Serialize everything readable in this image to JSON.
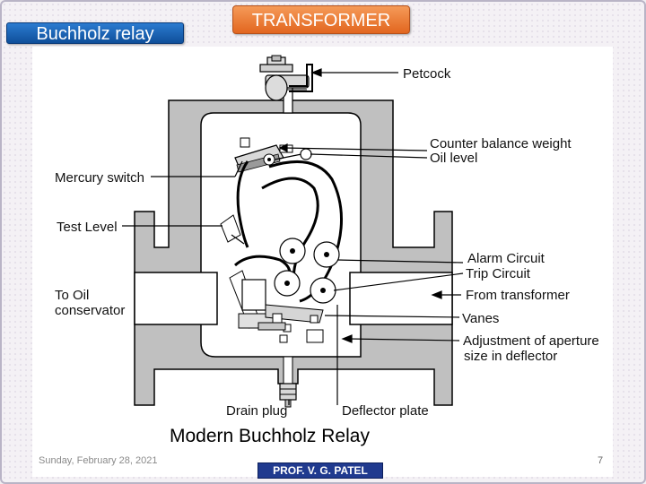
{
  "header": {
    "section_label": "Buchholz relay",
    "topic_label": "TRANSFORMER"
  },
  "diagram": {
    "caption": "Modern Buchholz Relay",
    "labels": {
      "petcock": "Petcock",
      "counter_balance_weight": "Counter balance weight",
      "oil_level": "Oil level",
      "mercury_switch": "Mercury switch",
      "test_level": "Test Level",
      "alarm_circuit": "Alarm Circuit",
      "trip_circuit": "Trip Circuit",
      "to_oil_line1": "To Oil",
      "to_oil_line2": "conservator",
      "from_transformer": "From transformer",
      "vanes": "Vanes",
      "adjustment_line1": "Adjustment of aperture",
      "adjustment_line2": "size in deflector",
      "drain_plug": "Drain plug",
      "deflector_plate": "Deflector plate"
    },
    "colors": {
      "body_fill": "#c0c0c0",
      "cavity_fill": "#ffffff",
      "line": "#000000"
    }
  },
  "footer": {
    "date": "Sunday, February 28, 2021",
    "author": "PROF. V. G. PATEL",
    "page_number": "7"
  }
}
